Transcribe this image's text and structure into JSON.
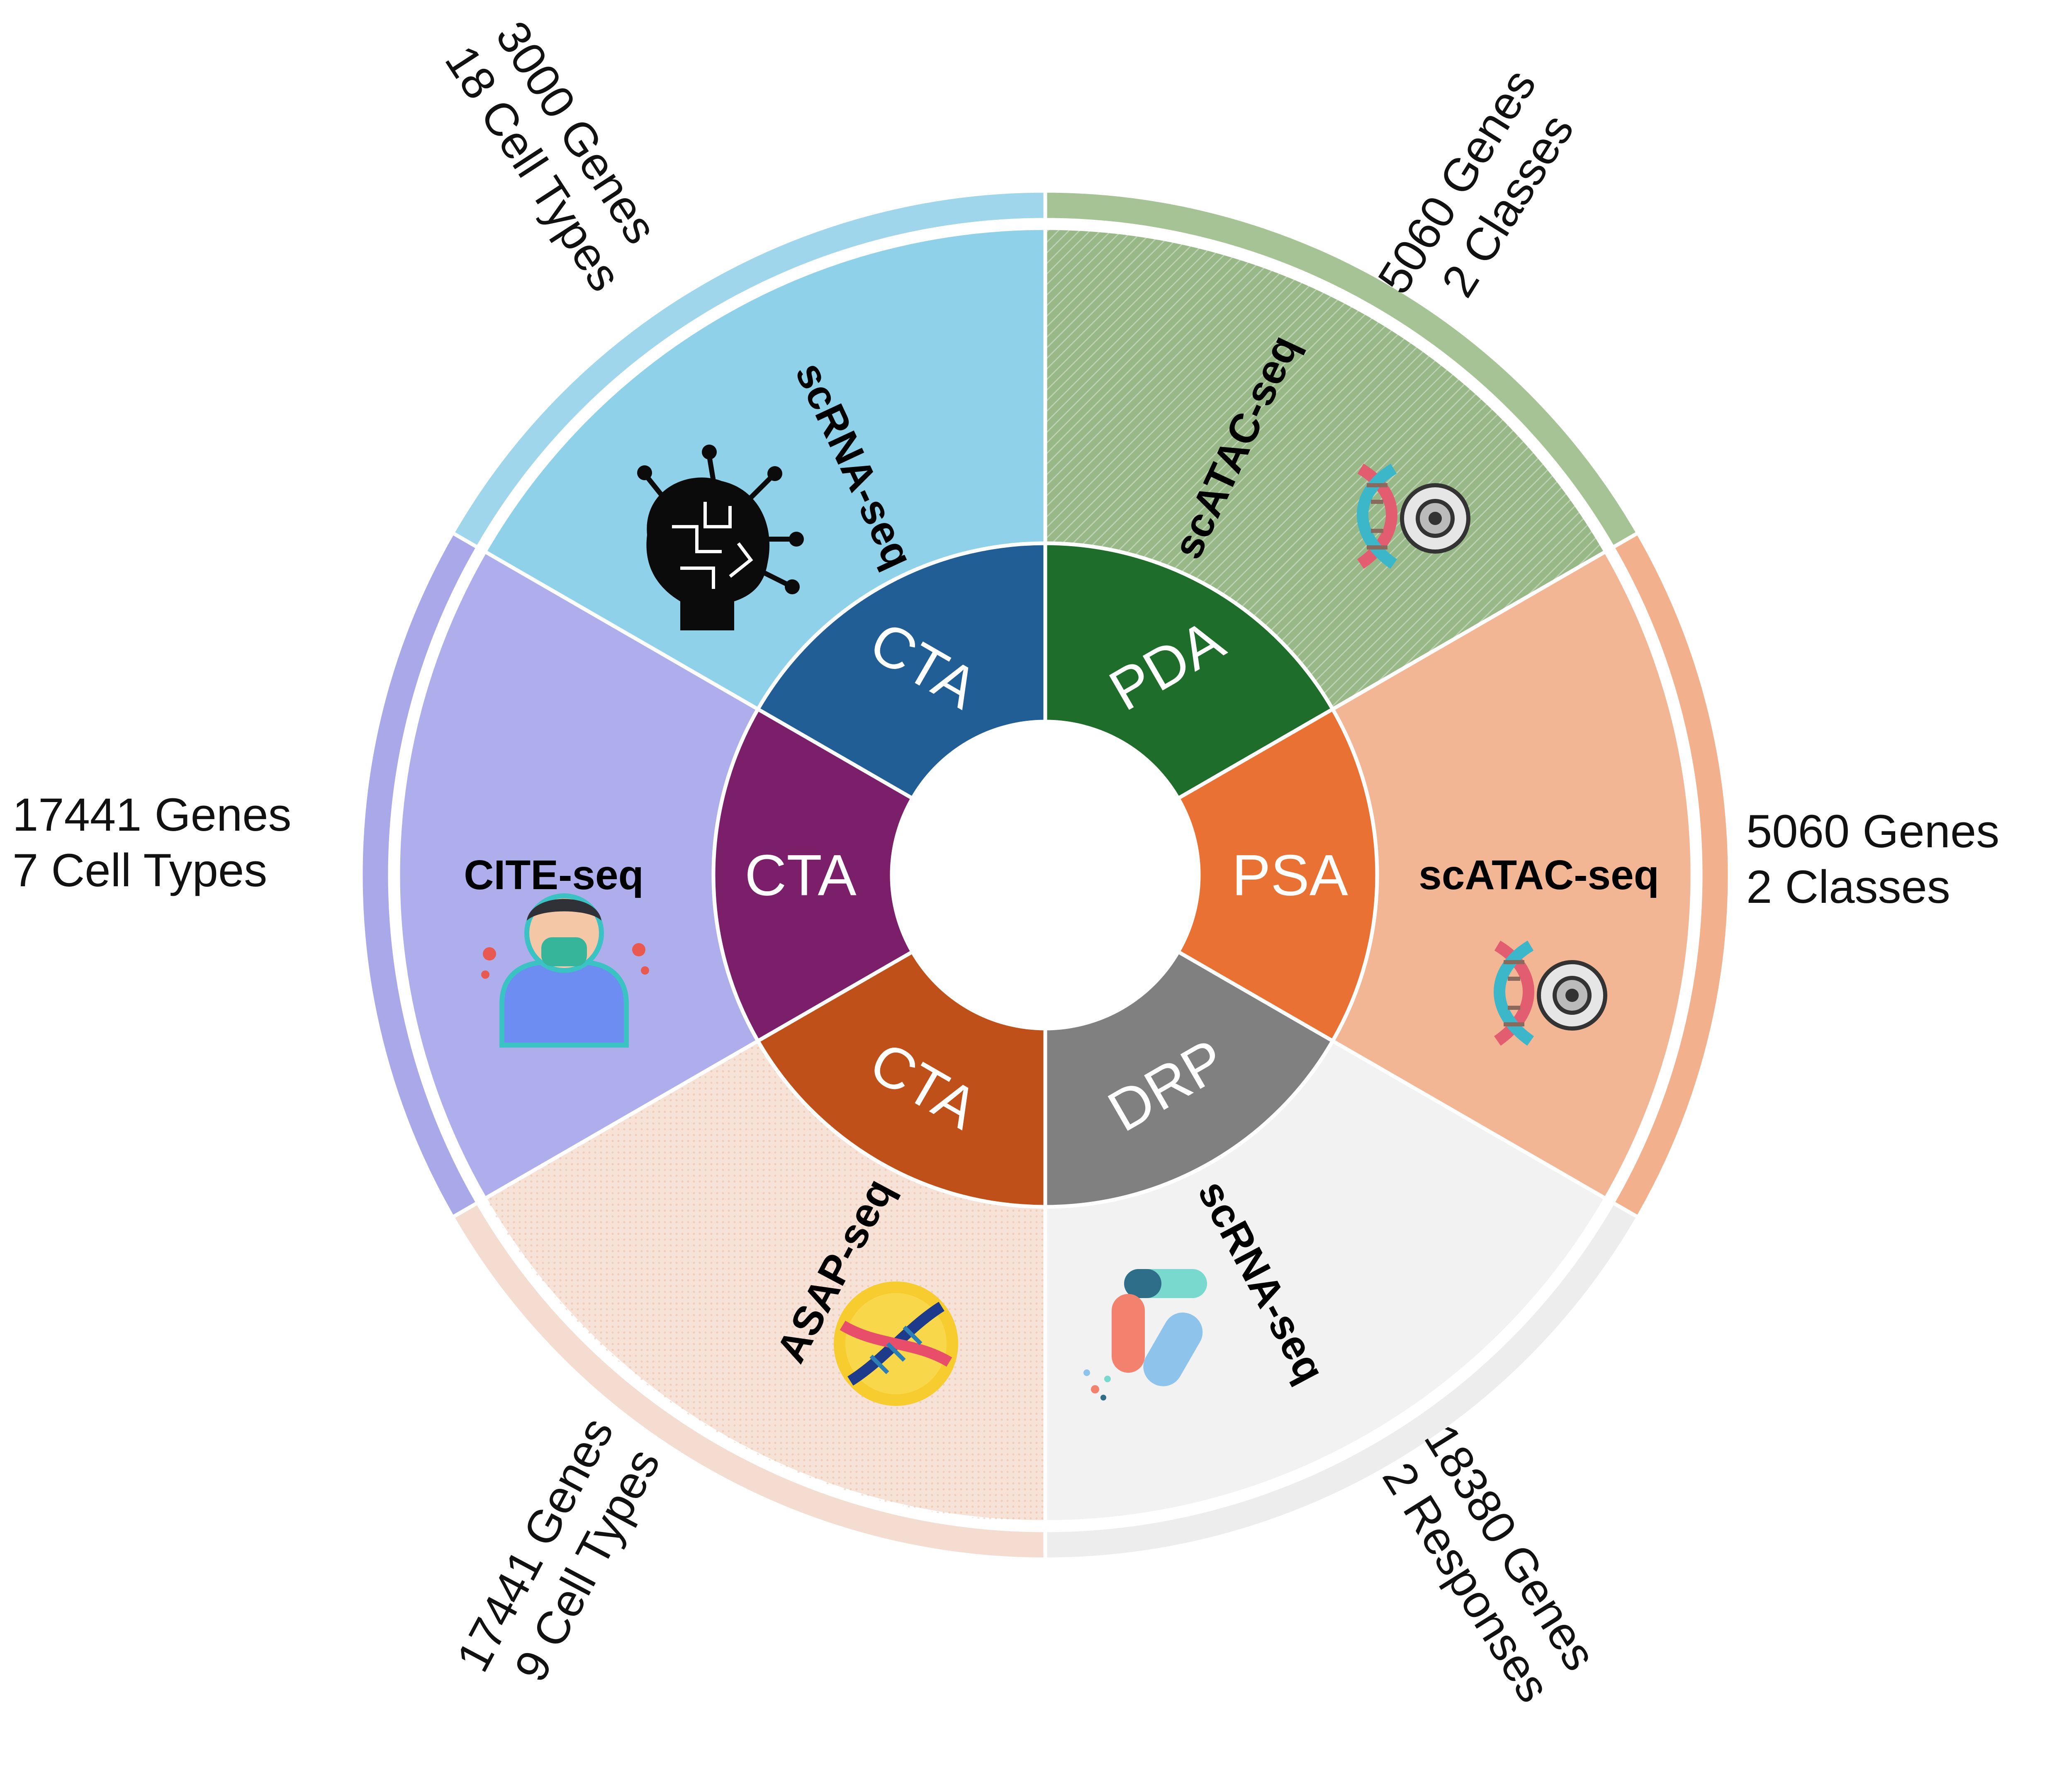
{
  "segments": [
    {
      "id": "cta-scrna",
      "task": "CTA",
      "assay": "scRNA-seq",
      "stats": [
        "3000 Genes",
        "18 Cell Types"
      ],
      "icon": "brain-circuit-icon",
      "inner_color": "#225E96",
      "outer_color": "#90D1EA",
      "rim_color": "#9FD6EC"
    },
    {
      "id": "pda-scatac",
      "task": "PDA",
      "assay": "scATAC-seq",
      "stats": [
        "5060 Genes",
        "2 Classes"
      ],
      "icon": "dna-gear-icon",
      "inner_color": "#1F6D2A",
      "outer_color": "#98B887",
      "rim_color": "#A5C394"
    },
    {
      "id": "psa-scatac",
      "task": "PSA",
      "assay": "scATAC-seq",
      "stats": [
        "5060 Genes",
        "2 Classes"
      ],
      "icon": "dna-gear-icon",
      "inner_color": "#E97133",
      "outer_color": "#F3B695",
      "rim_color": "#F2B08D"
    },
    {
      "id": "drp-scrna",
      "task": "DRP",
      "assay": "scRNA-seq",
      "stats": [
        "18380 Genes",
        "2 Responses"
      ],
      "icon": "pills-icon",
      "inner_color": "#808080",
      "outer_color": "#F2F2F2",
      "rim_color": "#EDEDED"
    },
    {
      "id": "cta-asap",
      "task": "CTA",
      "assay": "ASAP-seq",
      "stats": [
        "17441 Genes",
        "9 Cell Types"
      ],
      "icon": "dna-coin-icon",
      "inner_color": "#C0501A",
      "outer_color": "#F6E2D6",
      "rim_color": "#F4DDD0"
    },
    {
      "id": "cta-cite",
      "task": "CTA",
      "assay": "CITE-seq",
      "stats": [
        "17441 Genes",
        "7 Cell Types"
      ],
      "icon": "person-mask-icon",
      "inner_color": "#7B1F6B",
      "outer_color": "#AFAEEC",
      "rim_color": "#A9A8E8"
    }
  ]
}
